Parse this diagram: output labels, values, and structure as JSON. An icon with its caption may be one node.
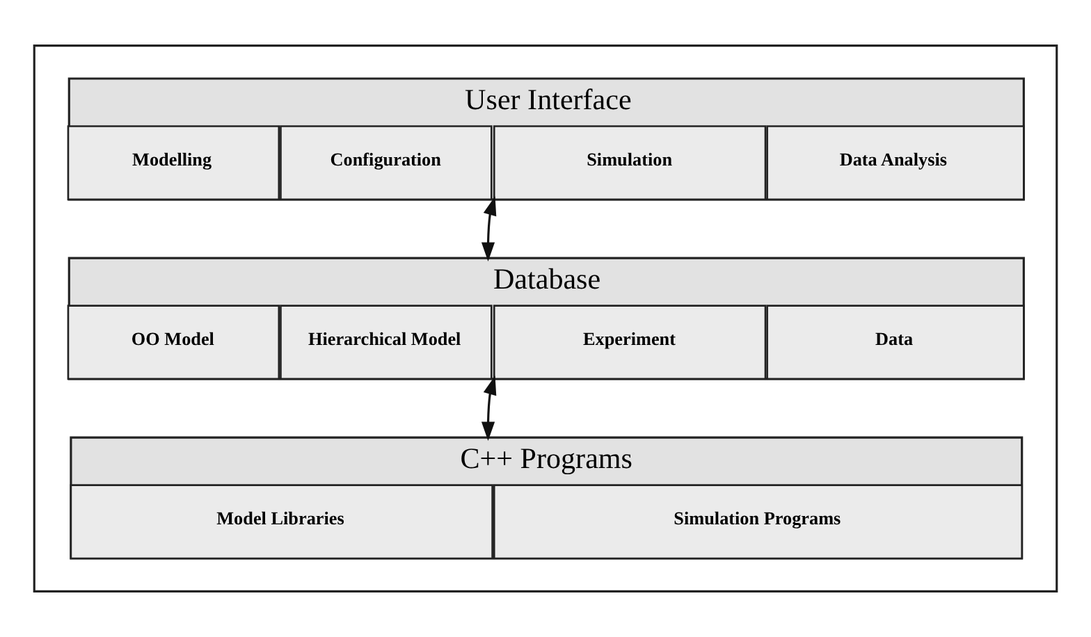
{
  "diagram": {
    "nodes": [
      {
        "text": [],
        "shape": "box"
      },
      {
        "text": [
          "User Interface"
        ],
        "in": 0
      },
      {
        "text": [
          "Modelling"
        ],
        "in": 1
      },
      {
        "text": [
          "Configuration"
        ],
        "in": 1
      },
      {
        "text": [
          "Simulation"
        ],
        "in": 1
      },
      {
        "text": [
          "Data Analysis"
        ],
        "in": 1
      },
      {
        "text": [
          "Database"
        ],
        "in": 0
      },
      {
        "text": [
          "OO Model"
        ],
        "in": 6
      },
      {
        "text": [
          "Hierarchical Model"
        ],
        "in": 6
      },
      {
        "text": [
          "Experiment"
        ],
        "in": 6
      },
      {
        "text": [
          "Data"
        ],
        "in": 6
      },
      {
        "text": [
          "C++ Programs"
        ],
        "in": 0
      },
      {
        "text": [
          "Model Libraries"
        ],
        "in": 11
      },
      {
        "text": [
          "Simulation Programs"
        ],
        "in": 11
      }
    ],
    "edges": [
      {
        "from": 1,
        "to": 6,
        "arrow": "both"
      },
      {
        "from": 6,
        "to": 11,
        "arrow": "both"
      }
    ]
  }
}
